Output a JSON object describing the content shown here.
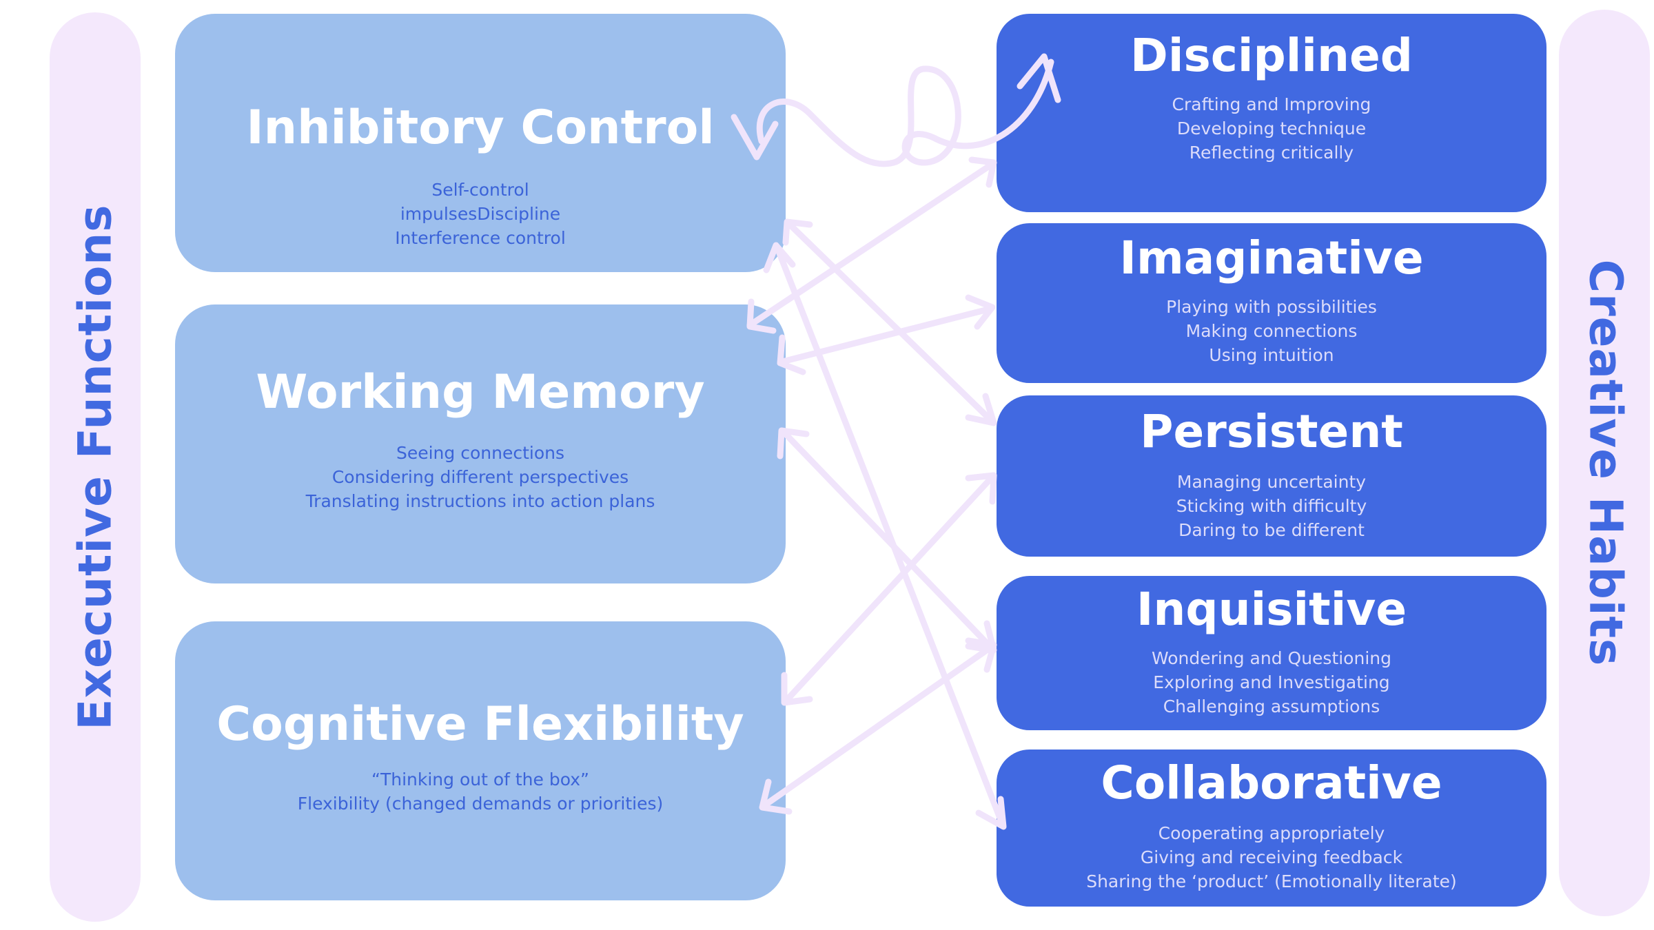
{
  "left_column_label": "Executive Functions",
  "right_column_label": "Creative Habits",
  "executive_functions": [
    {
      "title": "Inhibitory Control",
      "lines": [
        "Self-control",
        "impulsesDiscipline",
        "Interference control"
      ]
    },
    {
      "title": "Working Memory",
      "lines": [
        "Seeing connections",
        "Considering different perspectives",
        "Translating instructions into action plans"
      ]
    },
    {
      "title": "Cognitive Flexibility",
      "lines": [
        "“Thinking out of the box”",
        "Flexibility (changed demands or priorities)"
      ]
    }
  ],
  "creative_habits": [
    {
      "title": "Disciplined",
      "lines": [
        "Crafting and Improving",
        "Developing technique",
        "Reflecting critically"
      ]
    },
    {
      "title": "Imaginative",
      "lines": [
        "Playing with possibilities",
        "Making connections",
        "Using intuition"
      ]
    },
    {
      "title": "Persistent",
      "lines": [
        "Managing uncertainty",
        "Sticking with difficulty",
        "Daring to be different"
      ]
    },
    {
      "title": "Inquisitive",
      "lines": [
        "Wondering and Questioning",
        "Exploring and Investigating",
        "Challenging assumptions"
      ]
    },
    {
      "title": "Collaborative",
      "lines": [
        "Cooperating appropriately",
        "Giving and receiving feedback",
        "Sharing the ‘product’ (Emotionally literate)"
      ]
    }
  ],
  "colors": {
    "executive_box": "#9dbfed",
    "habit_box": "#4169e1",
    "side_pill": "#f4e8fc",
    "arrow": "#f0e4fb",
    "label_text": "#4169e1"
  }
}
